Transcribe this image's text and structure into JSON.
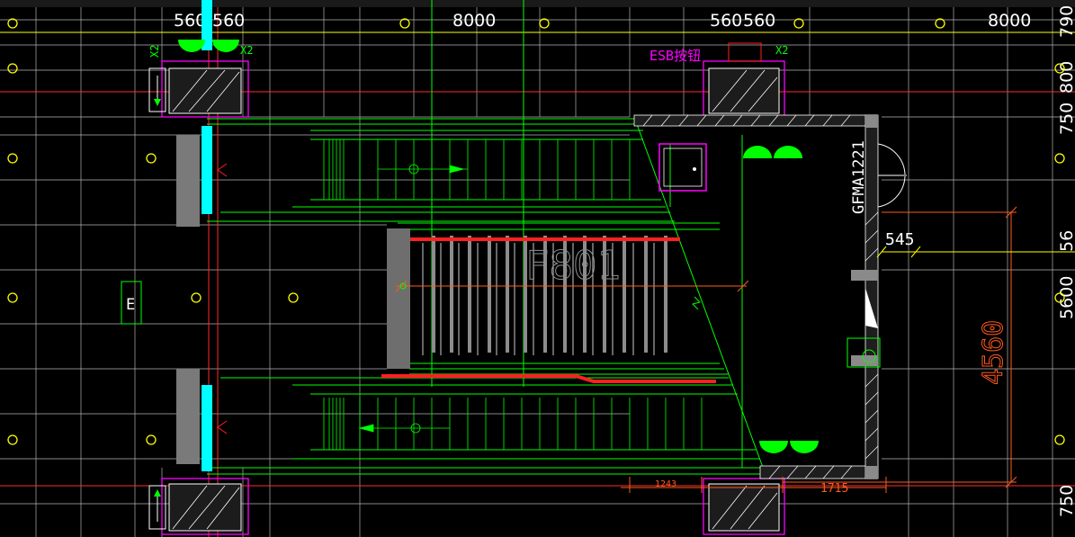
{
  "drawing": {
    "background": "#000000",
    "colors": {
      "grid": "#c8c8c8",
      "axis": "#ff2a2a",
      "green": "#00ff00",
      "yellow": "#ffff00",
      "magenta": "#ff00ff",
      "cyan": "#00ffff",
      "orange": "#ff5a1e",
      "red": "#ff2020",
      "gray": "#8a8a8a",
      "white": "#ffffff"
    },
    "top_dims": [
      "560",
      "560",
      "8000",
      "560",
      "560",
      "8000"
    ],
    "right_dims": [
      "790",
      "750",
      "800",
      "56",
      "5600",
      "750"
    ],
    "labels": {
      "esb": "ESB按钮",
      "door": "GFMA1221",
      "room": "F801",
      "grid_e": "E",
      "x2": "X2"
    },
    "dims": {
      "d545": "545",
      "d4560": "4560",
      "d1243": "1243",
      "d1715": "1715"
    }
  }
}
